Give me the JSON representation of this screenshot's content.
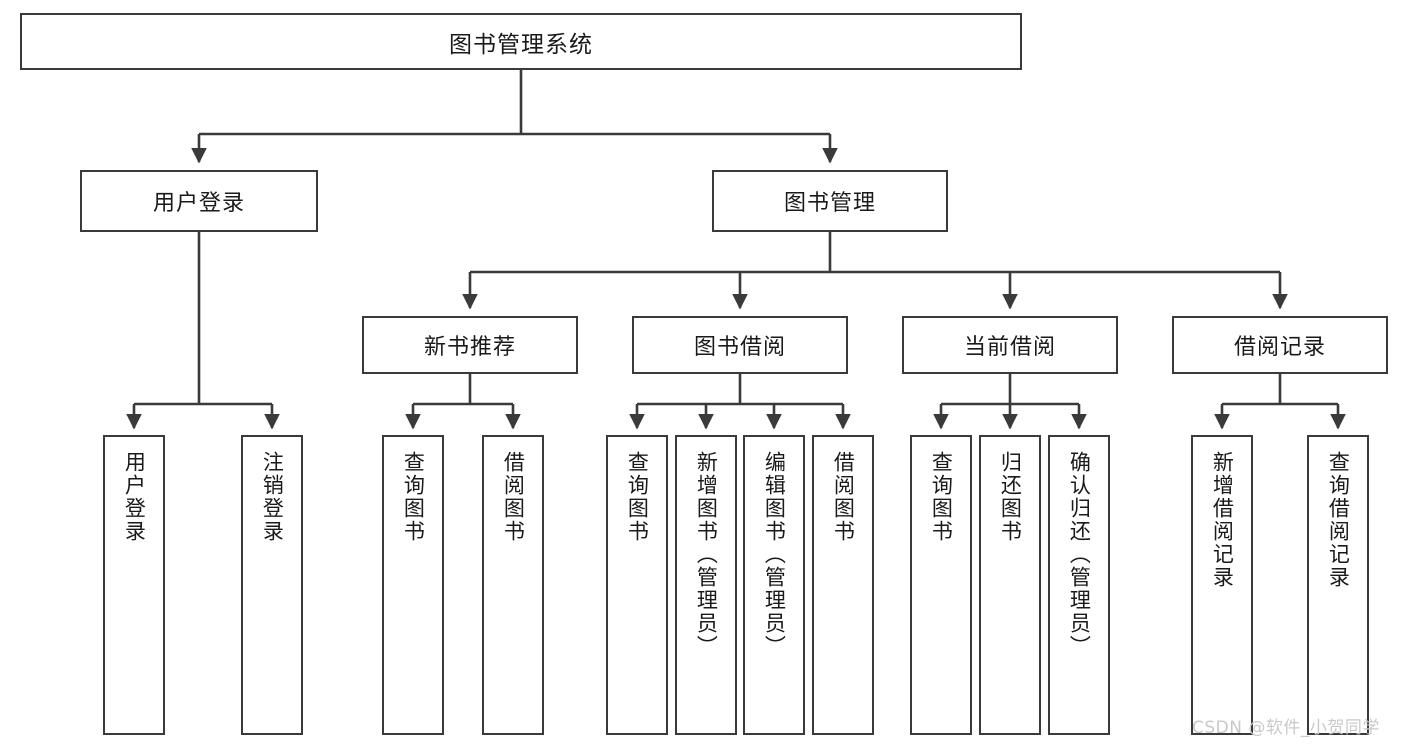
{
  "diagram": {
    "title": "图书管理系统",
    "type": "hierarchy-tree",
    "root": {
      "label": "图书管理系统"
    },
    "level2": [
      {
        "label": "用户登录"
      },
      {
        "label": "图书管理"
      }
    ],
    "level3": [
      {
        "label": "新书推荐"
      },
      {
        "label": "图书借阅"
      },
      {
        "label": "当前借阅"
      },
      {
        "label": "借阅记录"
      }
    ],
    "leaves": [
      {
        "label": "用户登录"
      },
      {
        "label": "注销登录"
      },
      {
        "label": "查询图书"
      },
      {
        "label": "借阅图书"
      },
      {
        "label": "查询图书"
      },
      {
        "label": "新增图书（管理员）"
      },
      {
        "label": "编辑图书（管理员）"
      },
      {
        "label": "借阅图书"
      },
      {
        "label": "查询图书"
      },
      {
        "label": "归还图书"
      },
      {
        "label": "确认归还（管理员）"
      },
      {
        "label": "新增借阅记录"
      },
      {
        "label": "查询借阅记录"
      }
    ]
  },
  "watermark": {
    "text": "CSDN @软件_小贺同学"
  },
  "colors": {
    "box_border": "#3a3a3a",
    "box_fill": "#ffffff",
    "text": "#1a1a1a",
    "connector": "#3a3a3a",
    "watermark": "#c9c9c9"
  }
}
